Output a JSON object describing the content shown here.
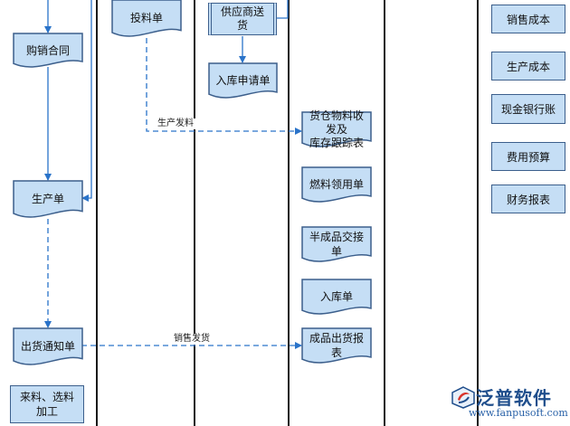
{
  "nodes": {
    "sales_contract": "购销合同",
    "production_order": "生产单",
    "shipping_notice": "出货通知单",
    "incoming_processing": "来料、选料\n加工",
    "material_issue": "投料单",
    "supplier_delivery": "供应商送\n货",
    "warehouse_request": "入库申请单",
    "warehouse_tracking": "货仓物料收发及\n库存跟踪表",
    "fuel_usage": "燃料领用单",
    "semi_finished_exchange": "半成品交接单",
    "warehouse_receipt": "入库单",
    "finished_shipping_report": "成品出货报表",
    "sales_cost": "销售成本",
    "production_cost": "生产成本",
    "cash_bank_account": "现金银行账",
    "expense_budget": "费用预算",
    "financial_report": "财务报表"
  },
  "edge_labels": {
    "production_issue": "生产发料",
    "sales_shipment": "销售发货"
  },
  "logo": {
    "name": "泛普软件",
    "url": "www.fanpusoft.com"
  },
  "colors": {
    "fill": "#c5def5",
    "stroke": "#3c5f8c",
    "connector": "#2a73c9",
    "lane": "#1a1a1a"
  }
}
